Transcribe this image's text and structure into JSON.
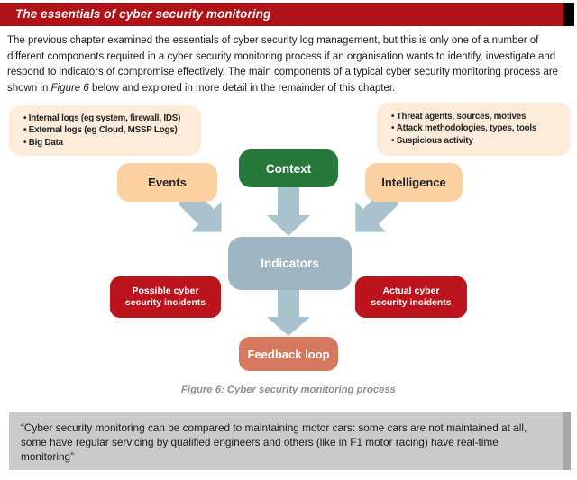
{
  "colors": {
    "banner_red": "#b01218",
    "banner_end_black": "#000000",
    "input_box_peach_light": "#fcecd9",
    "stage_box_peach": "#fbd1a2",
    "context_green": "#27793a",
    "arrow_steel_blue": "#a9c2cd",
    "indicators_blue_gray": "#9fb5c1",
    "incident_red": "#bb141d",
    "feedback_salmon": "#d5785e",
    "quote_gray": "#cacaca",
    "quote_edge_gray": "#a8a8a8",
    "caption_gray": "#8d8d8d"
  },
  "header": {
    "title": "The essentials of cyber security monitoring"
  },
  "intro": {
    "text_before": "The previous chapter examined the essentials of cyber security log management, but this is only one of a number of different components required in a cyber security monitoring process if an organisation wants to identify, investigate and respond to indicators of compromise effectively.  The main components of a typical cyber security monitoring process are shown in ",
    "figure_ref": "Figure 6",
    "text_after": " below and explored in more detail in the remainder of this chapter."
  },
  "diagram": {
    "left_inputs": {
      "items": [
        "Internal logs (eg system, firewall, IDS)",
        "External logs (eg Cloud, MSSP Logs)",
        "Big Data"
      ]
    },
    "right_inputs": {
      "items": [
        "Threat agents, sources, motives",
        "Attack methodologies, types, tools",
        "Suspicious activity"
      ]
    },
    "events_label": "Events",
    "context_label": "Context",
    "intelligence_label": "Intelligence",
    "indicators_label": "Indicators",
    "possible_incidents_label": "Possible cyber security incidents",
    "actual_incidents_label": "Actual cyber security incidents",
    "feedback_label": "Feedback loop",
    "caption": "Figure 6:  Cyber security monitoring process"
  },
  "quote": {
    "text": "“Cyber security monitoring can be compared to maintaining motor cars:  some cars are not maintained at all, some have regular servicing by qualified engineers and others (like in F1 motor racing) have real-time monitoring”"
  }
}
